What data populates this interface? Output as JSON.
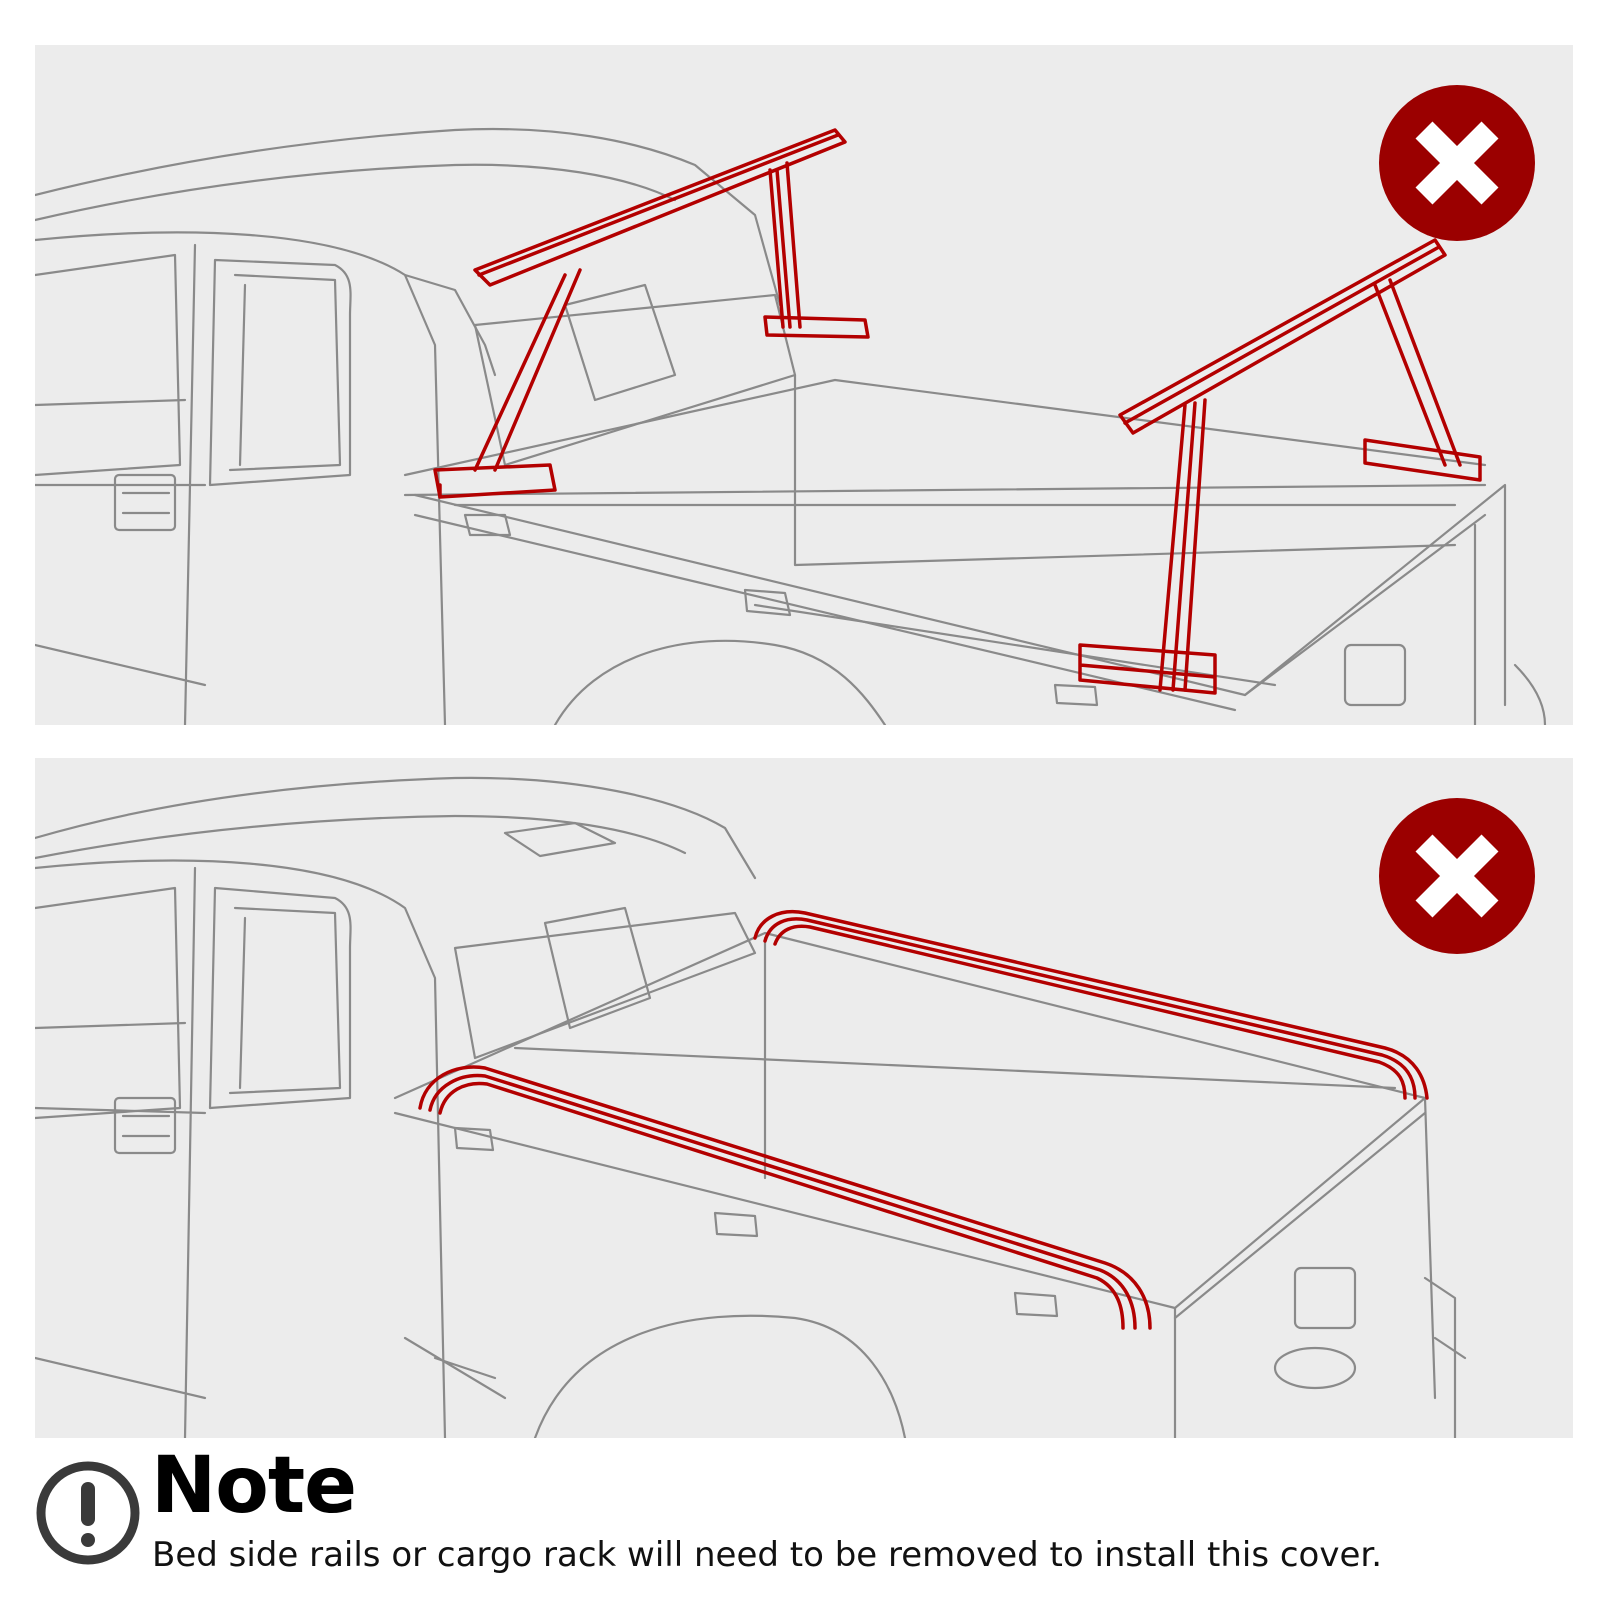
{
  "panels": [
    {
      "name": "cargo-rack-panel",
      "status": "not-allowed",
      "icon": "x-mark-icon",
      "accent": "#9b0000"
    },
    {
      "name": "bed-side-rails-panel",
      "status": "not-allowed",
      "icon": "x-mark-icon",
      "accent": "#9b0000"
    }
  ],
  "note": {
    "icon": "exclamation-circle-icon",
    "title": "Note",
    "text": "Bed side rails or cargo rack will need to be removed to install this cover."
  },
  "colors": {
    "panel_background": "#ececec",
    "sketch_line": "#8a8a8a",
    "highlight": "#b30000",
    "badge": "#9b0000"
  }
}
